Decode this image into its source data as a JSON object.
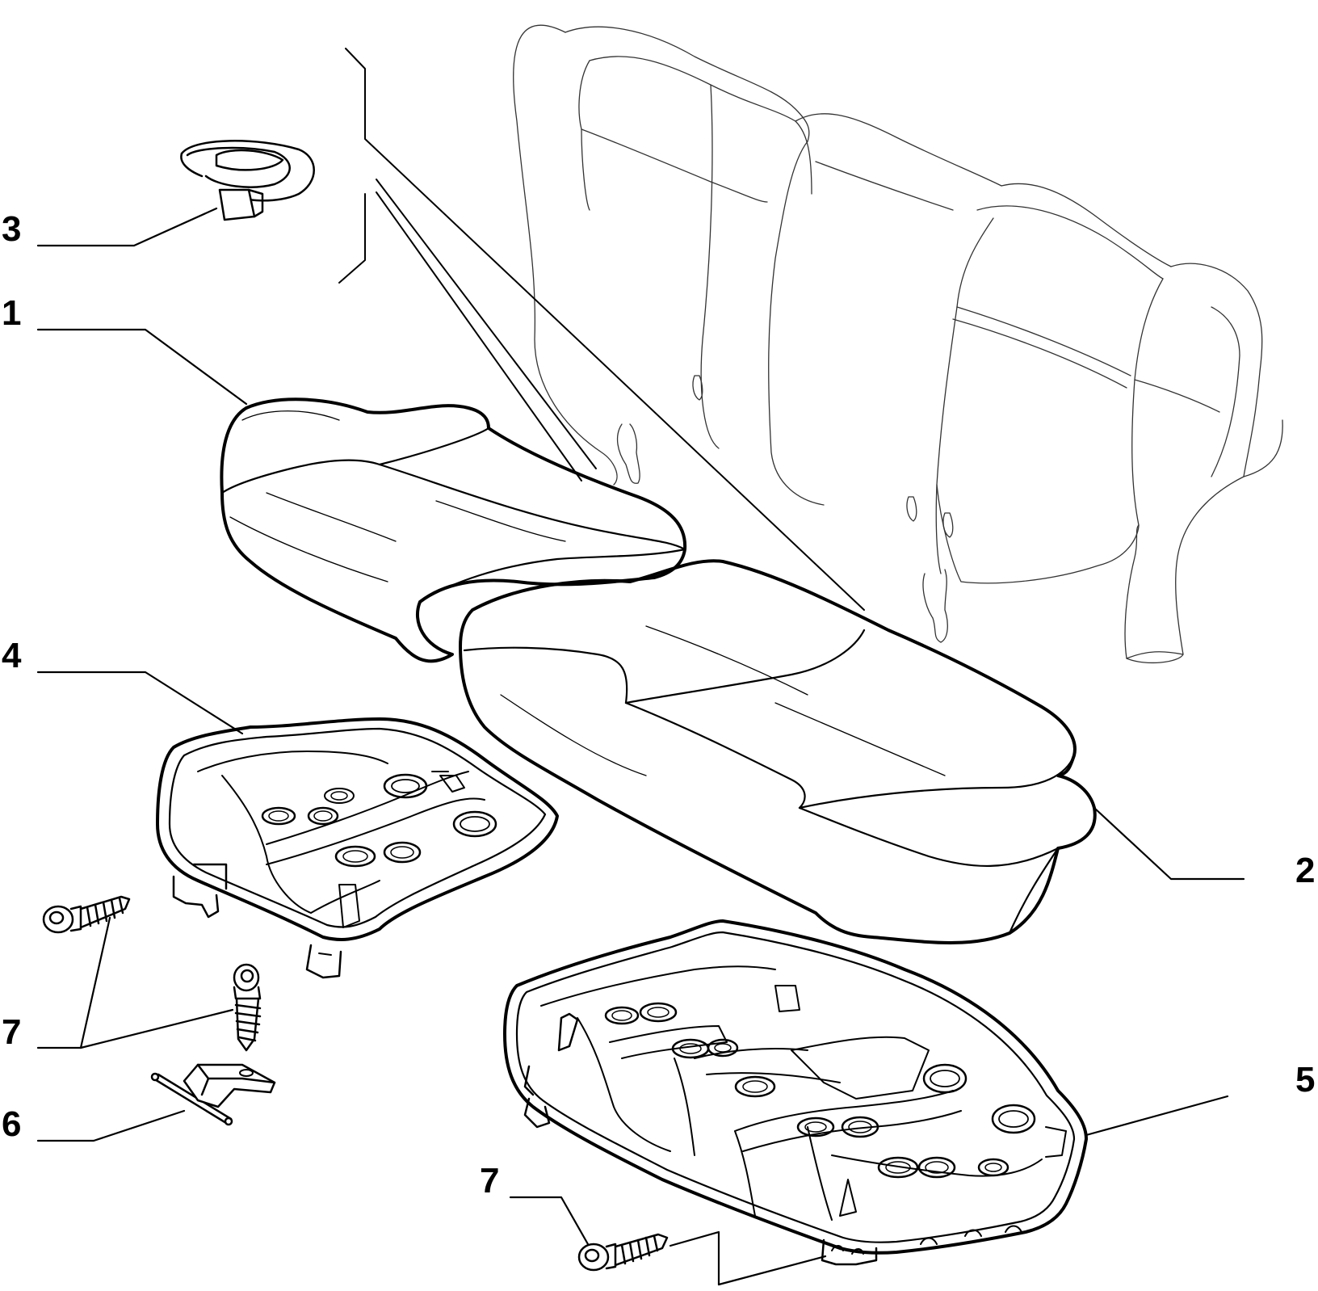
{
  "parts": [
    {
      "number": "1",
      "part": "seat-cushion-left"
    },
    {
      "number": "2",
      "part": "seat-cushion-right"
    },
    {
      "number": "3",
      "part": "clip"
    },
    {
      "number": "4",
      "part": "seat-pan-left"
    },
    {
      "number": "5",
      "part": "seat-pan-right"
    },
    {
      "number": "6",
      "part": "hinge-bracket"
    },
    {
      "number": "7",
      "part": "screw"
    }
  ],
  "extra_callouts": {
    "screw_bottom": "7"
  },
  "colors": {
    "line": "#000000",
    "faint_line": "#555555",
    "background": "#ffffff"
  }
}
